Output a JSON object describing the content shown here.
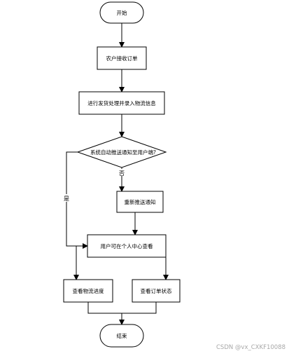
{
  "flowchart": {
    "start": "开始",
    "step_receive": "农户接收订单",
    "step_process": "进行发货处理并录入物流信息",
    "decision": "系统自动推送通知至用户端?",
    "branch_no": "否",
    "branch_yes": "是",
    "step_resend": "重新推送通知",
    "step_user_view": "用户可在个人中心查看",
    "step_logistics": "查看物流进度",
    "step_order_status": "查看订单状态",
    "end": "结束"
  },
  "watermark": "CSDN @vx_CXKF10088",
  "colors": {
    "stroke": "#000000",
    "background": "#ffffff",
    "watermark": "#a8a8a8"
  }
}
